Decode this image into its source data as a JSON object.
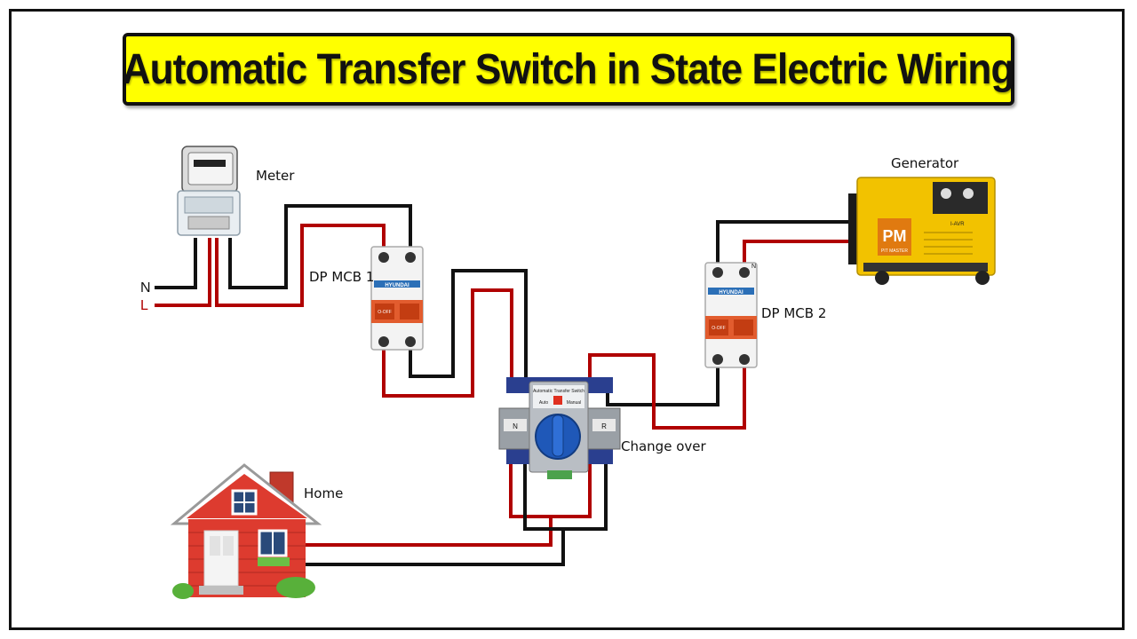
{
  "title": "Automatic Transfer Switch in State Electric Wiring",
  "labels": {
    "meter": "Meter",
    "generator": "Generator",
    "mcb1": "DP MCB 1",
    "mcb2": "DP MCB 2",
    "changeover": "Change over",
    "home": "Home",
    "neutral": "N",
    "live": "L"
  },
  "device_text": {
    "mcb_brand": "HYUNDAI",
    "off": "O-OFF",
    "ats_title": "Automatic Transfer Switch",
    "ats_auto": "Auto",
    "ats_manual": "Manual",
    "ats_n": "N",
    "ats_r": "R",
    "gen_brand": "PM",
    "gen_sub": "PIT MASTER",
    "gen_avr": "I-AVR",
    "term_n": "N"
  },
  "colors": {
    "live_wire": "#b00000",
    "neutral_wire": "#111111",
    "banner": "#ffff00",
    "generator_body": "#f2c200"
  }
}
